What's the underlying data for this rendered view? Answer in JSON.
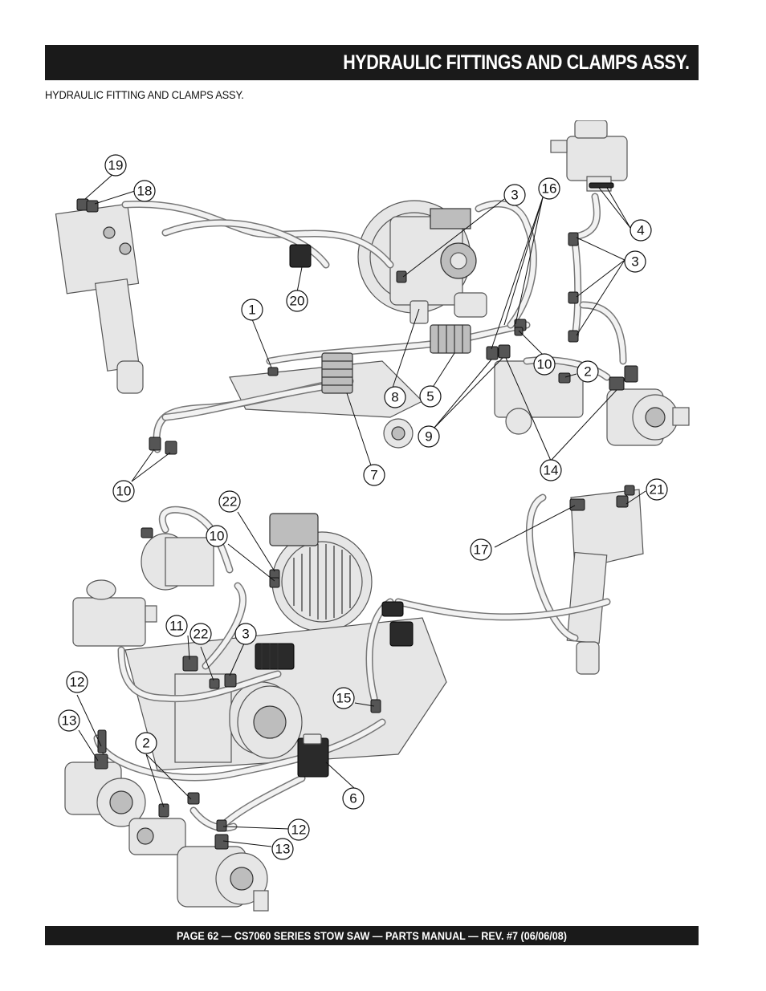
{
  "header": {
    "title": "HYDRAULIC FITTINGS AND CLAMPS ASSY."
  },
  "subtitle": "HYDRAULIC FITTING AND CLAMPS ASSY.",
  "footer": {
    "text": "PAGE 62 — CS7060 SERIES STOW SAW — PARTS MANUAL — REV. #7 (06/06/08)"
  },
  "callouts_top": [
    "19",
    "18",
    "20",
    "1",
    "3",
    "16",
    "4",
    "3",
    "8",
    "5",
    "10",
    "2",
    "9",
    "14",
    "7",
    "10"
  ],
  "callouts_bottom": [
    "21",
    "22",
    "10",
    "17",
    "11",
    "22",
    "3",
    "12",
    "15",
    "13",
    "2",
    "6",
    "12",
    "13"
  ]
}
